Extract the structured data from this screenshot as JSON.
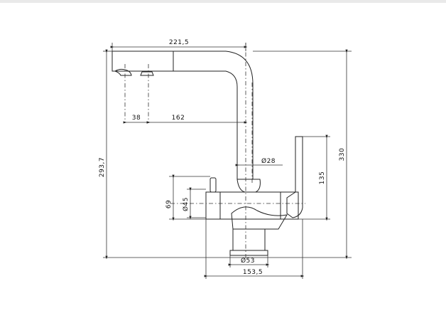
{
  "drawing": {
    "dimensions": {
      "total_reach": "221,5",
      "handle_offset": "38",
      "spout_offset": "162",
      "spout_diameter": "Ø28",
      "total_height": "330",
      "spout_height": "293,7",
      "lever_height": "135",
      "body_height": "69",
      "body_diameter": "Ø45",
      "base_diameter": "Ø53",
      "base_width": "153,5"
    }
  }
}
